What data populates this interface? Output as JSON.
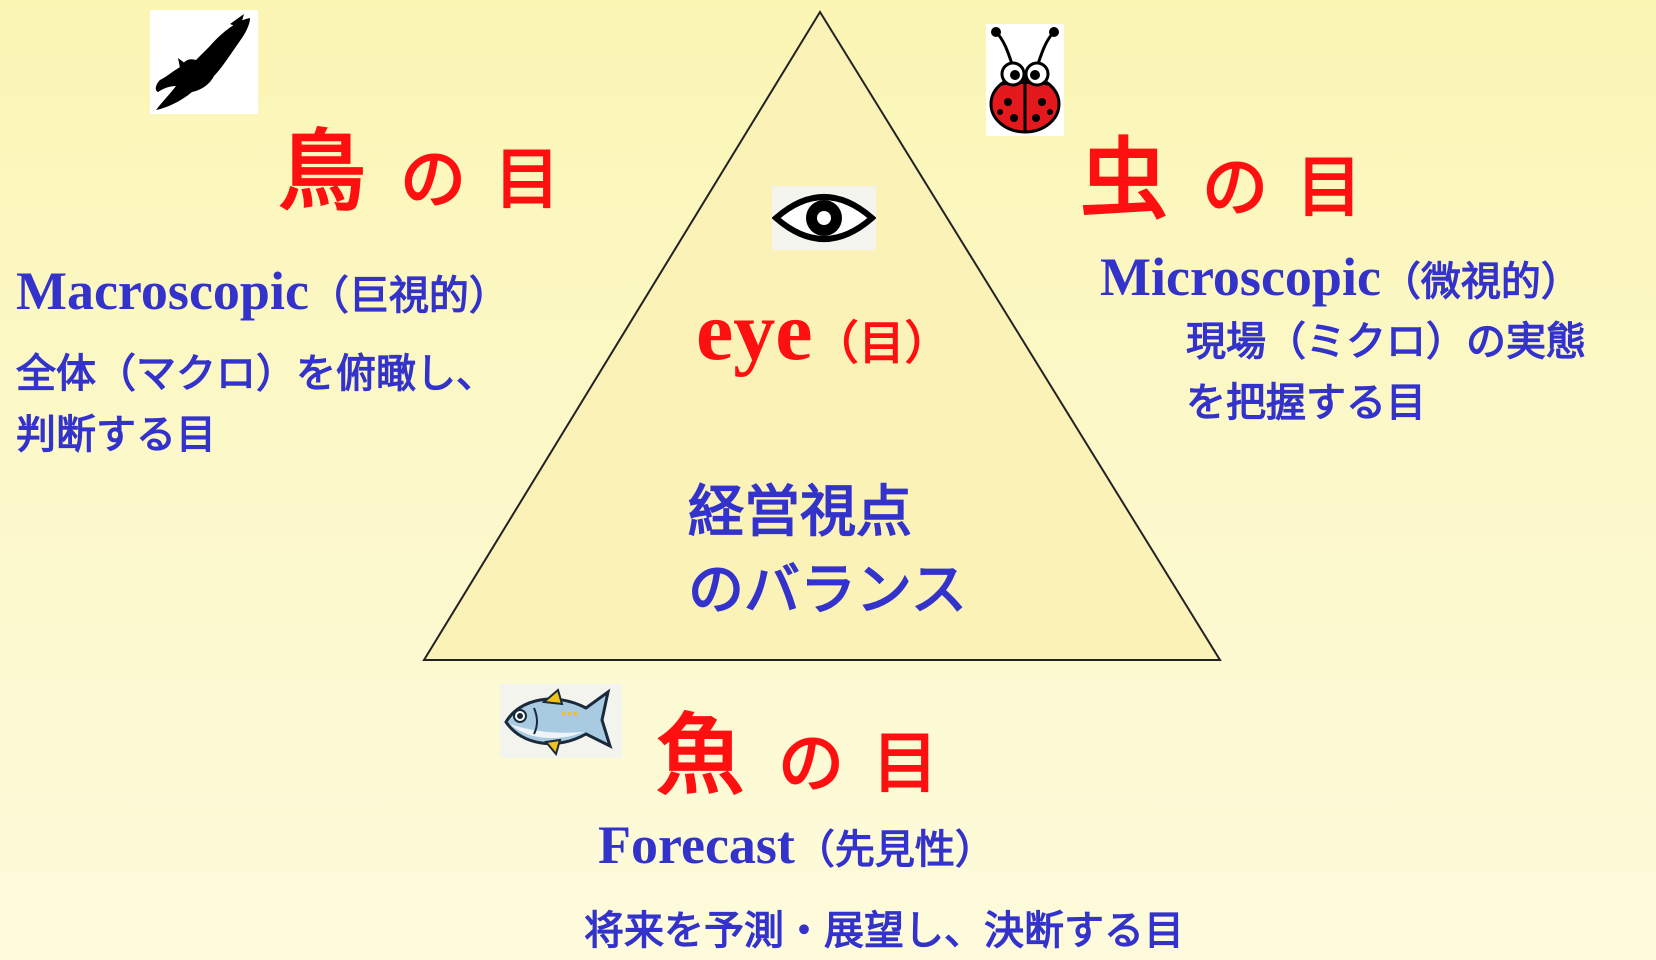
{
  "center": {
    "eye_word": "eye",
    "eye_paren": "（目）",
    "balance_line1": "経営視点",
    "balance_line2": "のバランス",
    "icon": "eye-icon"
  },
  "bird": {
    "kanji": "鳥",
    "rest": "の目",
    "english": "Macroscopic",
    "english_paren": "（巨視的）",
    "desc_line1": "全体（マクロ）を俯瞰し、",
    "desc_line2": "判断する目",
    "icon": "eagle-icon"
  },
  "insect": {
    "kanji": "虫",
    "rest": "の目",
    "english": "Microscopic",
    "english_paren": "（微視的）",
    "desc_line1": "現場（ミクロ）の実態",
    "desc_line2": "を把握する目",
    "icon": "ladybug-icon"
  },
  "fish": {
    "kanji": "魚",
    "rest": "の目",
    "english": "Forecast",
    "english_paren": "（先見性）",
    "desc_line1": "将来を予測・展望し、決断する目",
    "icon": "fish-icon"
  },
  "colors": {
    "heading_red": "#ff1010",
    "text_blue": "#3333cc",
    "triangle_fill": "#fbf2b8",
    "background": "#fcf8c8"
  }
}
